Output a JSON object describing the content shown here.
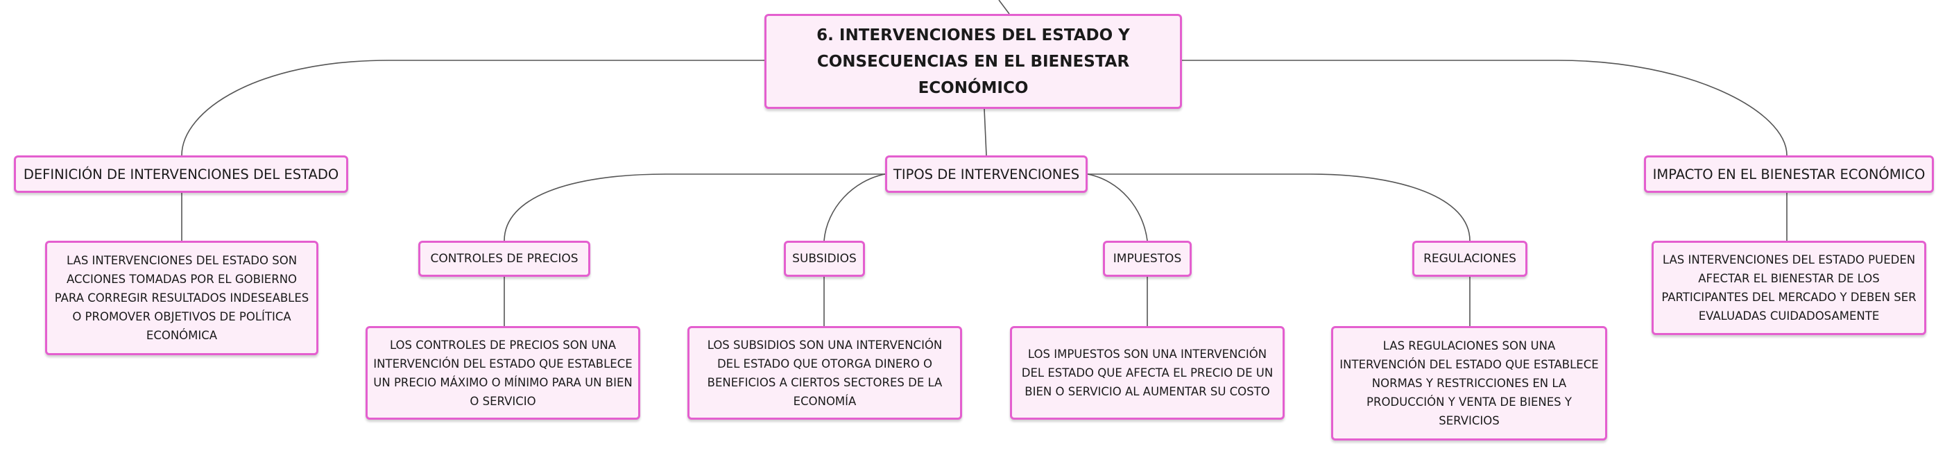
{
  "root": {
    "title_line1": "6. INTERVENCIONES DEL ESTADO Y",
    "title_line2": "CONSECUENCIAS EN EL BIENESTAR ECONÓMICO"
  },
  "definicion": {
    "title": "DEFINICIÓN DE INTERVENCIONES DEL ESTADO",
    "description": "LAS INTERVENCIONES DEL ESTADO SON ACCIONES TOMADAS POR EL GOBIERNO PARA CORREGIR RESULTADOS INDESEABLES O PROMOVER OBJETIVOS DE POLÍTICA ECONÓMICA"
  },
  "tipos": {
    "title": "TIPOS DE INTERVENCIONES",
    "controles": {
      "title": "CONTROLES DE PRECIOS",
      "description": "LOS CONTROLES DE PRECIOS SON UNA INTERVENCIÓN DEL ESTADO QUE ESTABLECE UN PRECIO MÁXIMO O MÍNIMO PARA UN BIEN O SERVICIO"
    },
    "subsidios": {
      "title": "SUBSIDIOS",
      "description": "LOS SUBSIDIOS SON UNA INTERVENCIÓN DEL ESTADO QUE OTORGA DINERO O BENEFICIOS A CIERTOS SECTORES DE LA ECONOMÍA"
    },
    "impuestos": {
      "title": "IMPUESTOS",
      "description": "LOS IMPUESTOS SON UNA INTERVENCIÓN DEL ESTADO QUE AFECTA EL PRECIO DE UN BIEN O SERVICIO AL AUMENTAR SU COSTO"
    },
    "regulaciones": {
      "title": "REGULACIONES",
      "description": "LAS REGULACIONES SON UNA INTERVENCIÓN DEL ESTADO QUE ESTABLECE NORMAS Y RESTRICCIONES EN LA PRODUCCIÓN Y VENTA DE BIENES Y SERVICIOS"
    }
  },
  "impacto": {
    "title": "IMPACTO EN EL BIENESTAR ECONÓMICO",
    "description": "LAS INTERVENCIONES DEL ESTADO PUEDEN AFECTAR EL BIENESTAR DE LOS PARTICIPANTES DEL MERCADO Y DEBEN SER EVALUADAS CUIDADOSAMENTE"
  },
  "colors": {
    "node_border": "#e45fcf",
    "node_fill": "#fdeef9",
    "connector": "#555555"
  }
}
